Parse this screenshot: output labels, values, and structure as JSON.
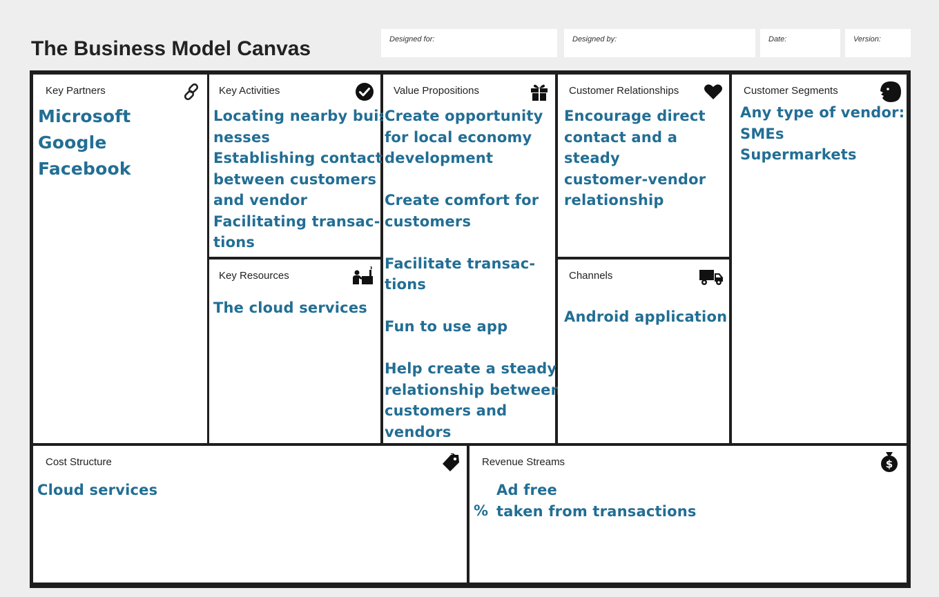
{
  "title": "The Business Model Canvas",
  "meta": {
    "designed_for": "Designed for:",
    "designed_by": "Designed by:",
    "date": "Date:",
    "version": "Version:"
  },
  "colors": {
    "content": "#226e94",
    "border": "#1e1e1e",
    "background": "#eeeeef"
  },
  "sections": {
    "key_partners": {
      "title": "Key Partners",
      "icon": "link-icon",
      "lines": [
        "Microsoft",
        "Google",
        "Facebook"
      ]
    },
    "key_activities": {
      "title": "Key Activities",
      "icon": "checkmark-icon",
      "lines": [
        "Locating nearby buis-",
        "nesses",
        "Establishing contact",
        "between customers",
        "and vendor",
        "Facilitating transac-",
        "tions"
      ]
    },
    "key_resources": {
      "title": "Key Resources",
      "icon": "factory-worker-icon",
      "lines": [
        "The cloud services"
      ]
    },
    "value_propositions": {
      "title": "Value Propositions",
      "icon": "gift-icon",
      "lines": [
        "Create opportunity",
        "for local economy",
        "development",
        "",
        "Create comfort for",
        "customers",
        "",
        "Facilitate transac-",
        "tions",
        "",
        "Fun to use app",
        "",
        "Help create a steady",
        "relationship between",
        "customers and",
        "vendors"
      ]
    },
    "customer_relationships": {
      "title": "Customer Relationships",
      "icon": "heart-icon",
      "lines": [
        "Encourage direct",
        "contact and a",
        "steady",
        "customer-vendor",
        "relationship"
      ]
    },
    "channels": {
      "title": "Channels",
      "icon": "truck-icon",
      "lines": [
        "Android application"
      ]
    },
    "customer_segments": {
      "title": "Customer Segments",
      "icon": "face-icon",
      "lines": [
        "Any type of vendor:",
        "SMEs",
        "Supermarkets"
      ]
    },
    "cost_structure": {
      "title": "Cost Structure",
      "icon": "price-tag-icon",
      "lines": [
        "Cloud services"
      ]
    },
    "revenue_streams": {
      "title": "Revenue Streams",
      "icon": "money-bag-icon",
      "lines": [
        "Ad free",
        "taken from transactions"
      ],
      "percent_symbol": "%"
    }
  }
}
